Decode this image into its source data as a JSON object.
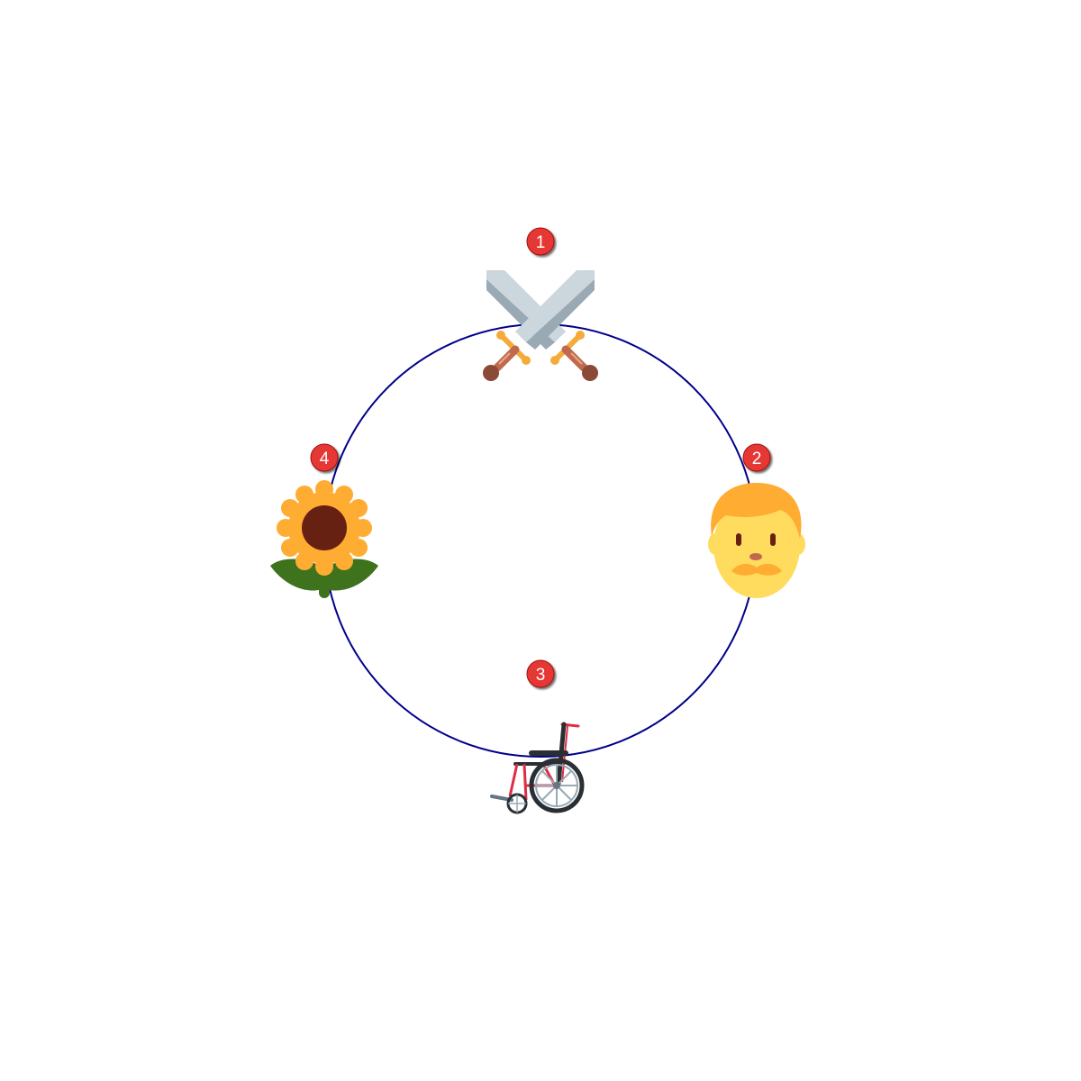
{
  "diagram": {
    "ring_color": "#00008b",
    "badge_color": "#e53935",
    "items": [
      {
        "number": "1",
        "icon": "crossed-swords-icon"
      },
      {
        "number": "2",
        "icon": "man-face-icon"
      },
      {
        "number": "3",
        "icon": "wheelchair-icon"
      },
      {
        "number": "4",
        "icon": "sunflower-icon"
      }
    ]
  }
}
